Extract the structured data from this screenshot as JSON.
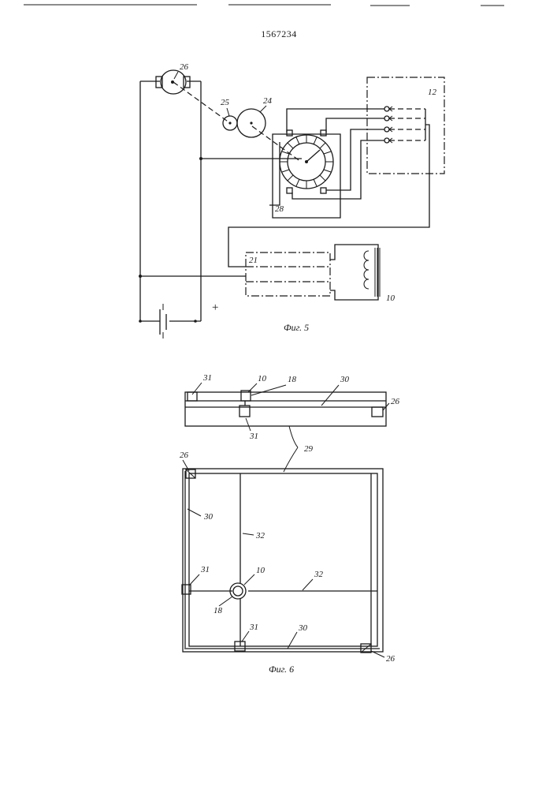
{
  "header": {
    "patent_number": "1567234"
  },
  "fig5": {
    "caption": "Фиг. 5",
    "labels": {
      "motor": "26",
      "small_gear": "25",
      "large_gear": "24",
      "block": "12",
      "ring_frame": "28",
      "coil_box": "21",
      "transformer": "10",
      "plus_sign": "+"
    }
  },
  "fig6": {
    "caption": "Фиг. 6",
    "labels": {
      "top_left_31": "31",
      "top_10": "10",
      "top_18": "18",
      "top_30": "30",
      "top_right_26": "26",
      "top_bottom_31": "31",
      "callout_29": "29",
      "corner_top_26": "26",
      "left_30": "30",
      "vertical_32": "32",
      "left_31": "31",
      "center_10": "10",
      "horizontal_32": "32",
      "center_18": "18",
      "bottom_31": "31",
      "bottom_30": "30",
      "corner_bottom_26": "26"
    }
  }
}
